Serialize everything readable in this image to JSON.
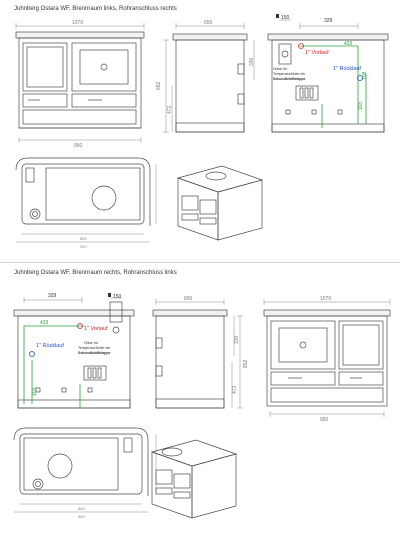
{
  "section1": {
    "title": "Juhnberg Ostara WF, Brennraum links, Rohranschluss rechts",
    "front_width": "1070",
    "side_depth": "655",
    "height_total": "852",
    "height_oven": "472",
    "height_top": "330",
    "rear_pipe_dia": "150",
    "rear_offset": "329",
    "rear_433": "433",
    "rear_108": "108",
    "rear_118": "118",
    "rear_sleeve_note_1": "Hülse für",
    "rear_sleeve_note_2": "Temperaturfühler der",
    "rear_sleeve_note_3": "Sekundärluftklappe",
    "vorlauf": "1\" Vorlauf",
    "ruecklauf": "1\" Rücklauf",
    "base_width": "950",
    "plan_dim_a": "855",
    "plan_dim_b": "950"
  },
  "section2": {
    "title": "Juhnberg Ostara WF, Brennraum rechts, Rohranschluss links",
    "rear_offset": "329",
    "rear_pipe_dia": "150",
    "side_depth": "655",
    "front_width": "1070",
    "rear_433": "433",
    "vorlauf": "1\" Vorlauf",
    "ruecklauf": "1\" Rücklauf",
    "rear_sleeve_note_1": "Hülse für",
    "rear_sleeve_note_2": "Temperaturfühler der",
    "rear_sleeve_note_3": "Sekundärluftklappe",
    "rear_118": "118",
    "height_top": "330",
    "height_total": "852",
    "height_oven": "472",
    "base_width": "950",
    "plan_dim_a": "855",
    "plan_dim_b": "950"
  },
  "colors": {
    "line": "#4a4a4a",
    "dim": "#6a6a6a",
    "vorlauf": "#e02020",
    "ruecklauf": "#1f4fc4",
    "green": "#26a236"
  }
}
